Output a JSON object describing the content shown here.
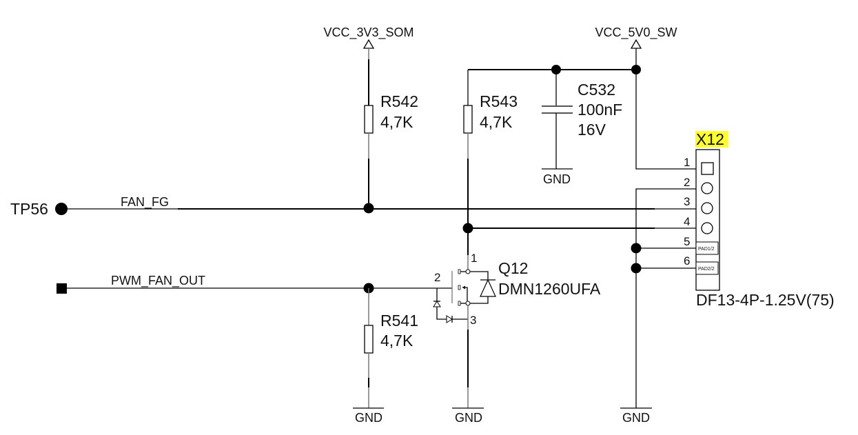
{
  "power_nets": {
    "vcc_3v3": "VCC_3V3_SOM",
    "vcc_5v0": "VCC_5V0_SW",
    "gnd": "GND"
  },
  "signals": {
    "fan_fg": "FAN_FG",
    "pwm_fan_out": "PWM_FAN_OUT"
  },
  "test_point": {
    "ref": "TP56"
  },
  "resistors": [
    {
      "ref": "R542",
      "value": "4,7K"
    },
    {
      "ref": "R543",
      "value": "4,7K"
    },
    {
      "ref": "R541",
      "value": "4,7K"
    }
  ],
  "capacitor": {
    "ref": "C532",
    "value": "100nF",
    "voltage": "16V"
  },
  "transistor": {
    "ref": "Q12",
    "part": "DMN1260UFA",
    "pins": [
      "1",
      "2",
      "3"
    ]
  },
  "connector": {
    "ref": "X12",
    "part": "DF13-4P-1.25V(75)",
    "highlight_color": "#ffff33",
    "pins": [
      "1",
      "2",
      "3",
      "4",
      "5",
      "6"
    ],
    "pads": [
      "PAD1/2",
      "PAD2/2"
    ]
  }
}
